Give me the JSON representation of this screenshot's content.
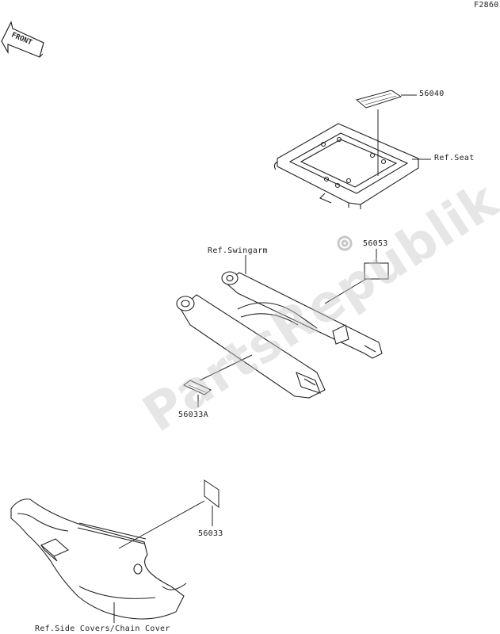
{
  "figure_code": "F2860",
  "front_arrow": {
    "text": "FRONT",
    "icon": "front-arrow-icon"
  },
  "watermark": "PartsRepublik",
  "callouts": {
    "p56040": "56040",
    "ref_seat": "Ref.Seat",
    "ref_swingarm": "Ref.Swingarm",
    "p56053": "56053",
    "p56033A": "56033A",
    "p56033": "56033",
    "ref_side_covers": "Ref.Side Covers/Chain Cover"
  },
  "colors": {
    "line": "#222222",
    "watermark": "#c8c8c8"
  }
}
